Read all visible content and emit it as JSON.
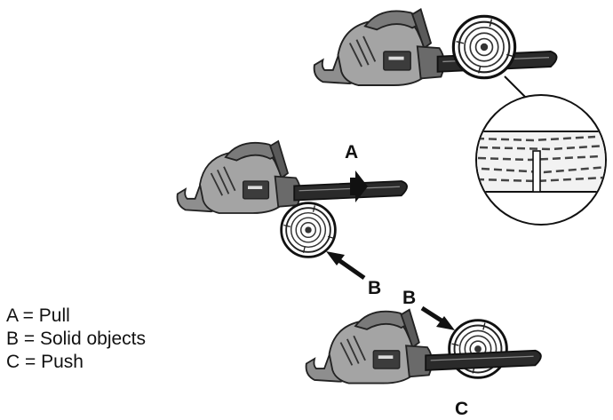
{
  "figure": {
    "labels": {
      "a_arrow": "A",
      "b_upper": "B",
      "b_lower": "B",
      "c_bar": "C"
    }
  },
  "legend": {
    "items": [
      {
        "text": "A = Pull"
      },
      {
        "text": "B = Solid objects"
      },
      {
        "text": "C = Push"
      }
    ]
  },
  "icons": {
    "chainsaw": "chainsaw-icon",
    "log": "log-cross-section-icon",
    "magnifier": "zoom-detail-icon",
    "arrow": "direction-arrow-icon"
  },
  "colors": {
    "saw_body_light": "#9c9c9c",
    "saw_body_dark": "#4a4a4a",
    "bar": "#2a2a2a",
    "ink": "#111111"
  }
}
